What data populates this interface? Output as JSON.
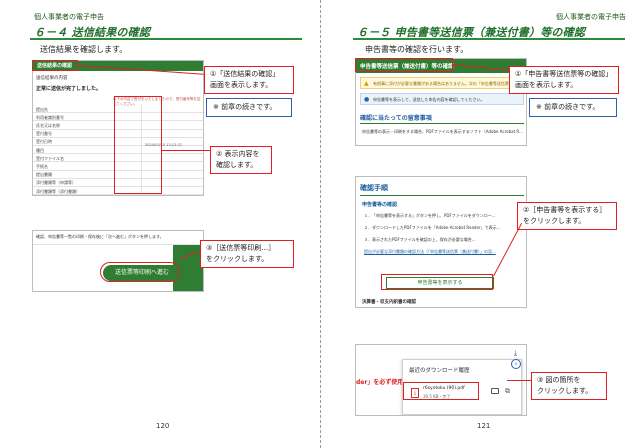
{
  "left_page": {
    "running_header": "個人事業者の電子申告",
    "section_title": "６－４ 送信結果の確認",
    "description": "送信結果を確認します。",
    "page_number": "120",
    "shot1": {
      "bar_title": "送信結果の確認",
      "top_text": "送信結果の内容",
      "done_text": "正常に送信が完了しました。",
      "notice": "以下の内容で受付をいたしましたので、受付番号等を控えてください。",
      "row_labels": [
        "提出先",
        "利用者識別番号",
        "氏名又は名称",
        "受付番号",
        "受付日時",
        "種目",
        "受付ファイル名",
        "手続名",
        "提出書類",
        "添付書類等（申請等）",
        "添付書類等（添付書類）"
      ],
      "date_value": "2024/03/15 13:12:22"
    },
    "shot2": {
      "text": "確認、申告書等一覧の印刷・保存後に「次へ進む」ボタンを押します。",
      "button_label": "送信票等印刷へ進む"
    },
    "callouts": {
      "c1": "①「送信結果の確認」\n画面を表示します。",
      "note": "※ 前章の続きです。",
      "c2": "② 表示内容を\n確認します。",
      "c3": "③［送信票等印刷…］\nをクリックします。"
    }
  },
  "right_page": {
    "running_header": "個人事業者の電子申告",
    "section_title": "６－５ 申告書等送信票（兼送付書）等の確認",
    "description": "申告書等の確認を行います。",
    "page_number": "121",
    "shot1": {
      "bar_title": "申告書等送信票（兼送付書）等の確認",
      "warn_text": "有償事に添付が必要な書類がある場合はありません。次の「申告書等送信票...",
      "info_text": "申告書等を表示して、送信した申告内容を確認してください。",
      "heading": "確認に当たっての留意事項",
      "bullet": "申告書等の表示・印刷をする場合、PDFファイルを表示するソフト（Adobe Acrobat R..."
    },
    "shot2": {
      "title": "確認手順",
      "subtitle": "申告書等の確認",
      "steps": [
        "１．「申告書等を表示する」ボタンを押し、PDFファイルをダウンロー...",
        "２．ダウンロードしたPDFファイルを「Adobe Acrobat Reader」で表示...",
        "３．表示されたPDFファイルを確認の上、保存が必要な場合...",
        "提出が必要な添付書類の確認方法（「申告書等送信票（兼送付書）」の見..."
      ],
      "button_label": "申告書等を表示する",
      "footer": "決算書・収支内訳書の確認"
    },
    "shot3": {
      "popup_title": "最近のダウンロード履歴",
      "file_name": "r6syotoku (90).pdf",
      "file_size": "39.5 KB・完了",
      "bg_text": "der」を必ず使用"
    },
    "callouts": {
      "c1": "①「申告書等送信票等の確認」\n画面を表示します。",
      "note": "※ 前章の続きです。",
      "c2": "②［申告書等を表示する］\nをクリックします。",
      "c3": "③ 図の箇所を\nクリックします。"
    }
  },
  "colors": {
    "accent_green": "#2f7d32",
    "callout_red": "#e02020",
    "note_blue": "#2b5fb0"
  }
}
